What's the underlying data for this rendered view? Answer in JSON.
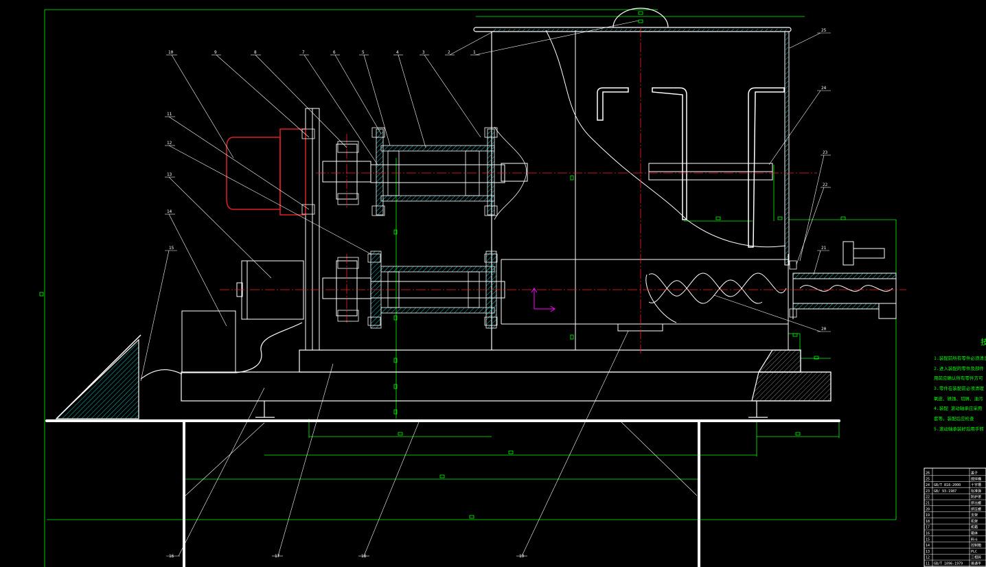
{
  "drawing": {
    "colors": {
      "background": "#000000",
      "outline": "#ffffff",
      "dimension": "#00ff00",
      "hatch": "#00cccc",
      "centerline": "#ff2020",
      "motor": "#e02020",
      "axis": "#ff00ff"
    },
    "top_labels": [
      "10",
      "9",
      "8",
      "7",
      "6",
      "5",
      "4",
      "3",
      "2",
      "1",
      "25",
      "24",
      "23",
      "22",
      "21",
      "20"
    ],
    "left_labels": [
      "11",
      "12",
      "13",
      "14",
      "15"
    ],
    "bottom_labels": [
      "16",
      "17",
      "18",
      "19"
    ],
    "notes_title": "技",
    "notes": [
      "1.装配前所有零件必须清洗",
      "2.进入装配的零件及部件",
      "用前应确认所有零件方可",
      "3.零件在装配前必须清理",
      "氧皮、锈蚀、切屑、油污",
      "4.装配 滚动轴承应采用",
      "套等。装配后应检查",
      "5.滚动轴承装好后用手转"
    ],
    "parts_table": [
      {
        "no": "26",
        "std": "",
        "name": "盖子"
      },
      {
        "no": "25",
        "std": "",
        "name": "搅拌桶"
      },
      {
        "no": "24",
        "std": "GB/T 818-2000",
        "name": "十字槽"
      },
      {
        "no": "23",
        "std": "GB/ 93-1987",
        "name": "标准弹"
      },
      {
        "no": "22",
        "std": "",
        "name": "防护罩"
      },
      {
        "no": "21",
        "std": "",
        "name": "挤出螺"
      },
      {
        "no": "20",
        "std": "",
        "name": "挤压螺"
      },
      {
        "no": "19",
        "std": "",
        "name": "支架"
      },
      {
        "no": "18",
        "std": "",
        "name": "机架"
      },
      {
        "no": "17",
        "std": "",
        "name": "机箱"
      },
      {
        "no": "16",
        "std": "",
        "name": "箱体"
      },
      {
        "no": "15",
        "std": "",
        "name": "料斗"
      },
      {
        "no": "14",
        "std": "",
        "name": "控制箱"
      },
      {
        "no": "13",
        "std": "",
        "name": "PLC"
      },
      {
        "no": "12",
        "std": "",
        "name": "三相异"
      },
      {
        "no": "11",
        "std": "GB/T 1096-1979",
        "name": "普通平"
      }
    ]
  }
}
